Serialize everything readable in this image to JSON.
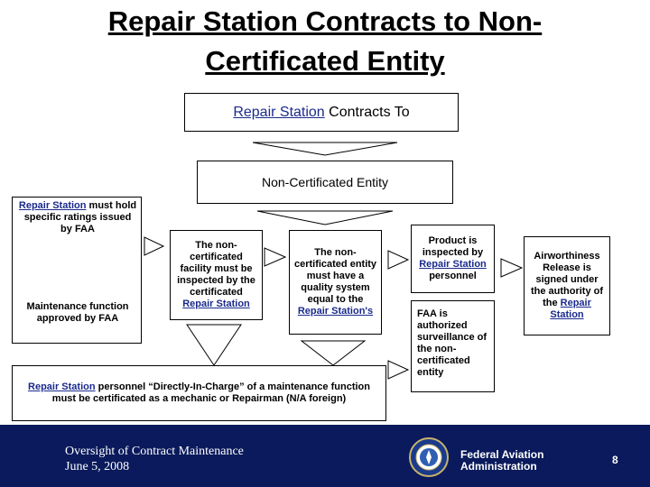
{
  "title_line1": "Repair Station Contracts to Non-",
  "title_line2": "Certificated Entity",
  "top_box": {
    "link": "Repair Station",
    "rest": " Contracts To"
  },
  "entity_box": "Non-Certificated Entity",
  "left_top": {
    "link": "Repair Station",
    "rest": " must hold specific ratings issued by FAA"
  },
  "left_bottom": "Maintenance function approved by FAA",
  "mid_left": {
    "text": "The non-certificated facility must be inspected by the certificated ",
    "link": "Repair Station"
  },
  "mid_right": {
    "text": "The non-certificated entity must have a quality system equal to the ",
    "link": "Repair Station's"
  },
  "product": {
    "text": "Product is inspected by ",
    "link": "Repair Station",
    "rest": " personnel"
  },
  "faa_box": "FAA is authorized surveillance of the non-certificated entity",
  "airworthiness": {
    "text": "Airworthiness Release is signed under the authority of the ",
    "link": "Repair Station"
  },
  "bottom_box": {
    "link": "Repair Station",
    "rest": " personnel “Directly-In-Charge” of a maintenance function must be certificated as a mechanic or Repairman (N/A foreign)"
  },
  "footer": {
    "line1": "Oversight of Contract Maintenance",
    "line2": "June 5, 2008",
    "agency1": "Federal Aviation",
    "agency2": "Administration",
    "page": "8"
  }
}
